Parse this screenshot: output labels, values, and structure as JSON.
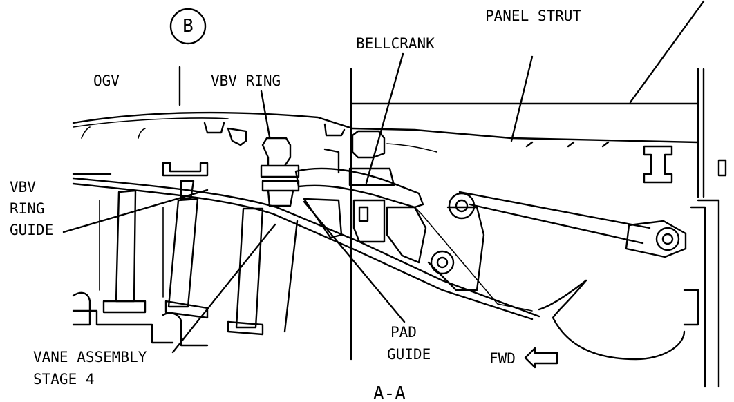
{
  "labels": {
    "detail_marker": "B",
    "panel_strut": "PANEL STRUT",
    "bellcrank": "BELLCRANK",
    "ogv": "OGV",
    "vbv_ring": "VBV RING",
    "vbv_ring_guide_line1": "VBV",
    "vbv_ring_guide_line2": "RING",
    "vbv_ring_guide_line3": "GUIDE",
    "pad_guide_line1": "PAD",
    "pad_guide_line2": "GUIDE",
    "vane_assembly_line1": "VANE ASSEMBLY",
    "vane_assembly_line2": "STAGE 4",
    "fwd": "FWD",
    "section": "A-A"
  },
  "icons": {
    "forward_arrow": "left-arrow-outline-icon",
    "detail_circle": "circle-callout-icon"
  }
}
